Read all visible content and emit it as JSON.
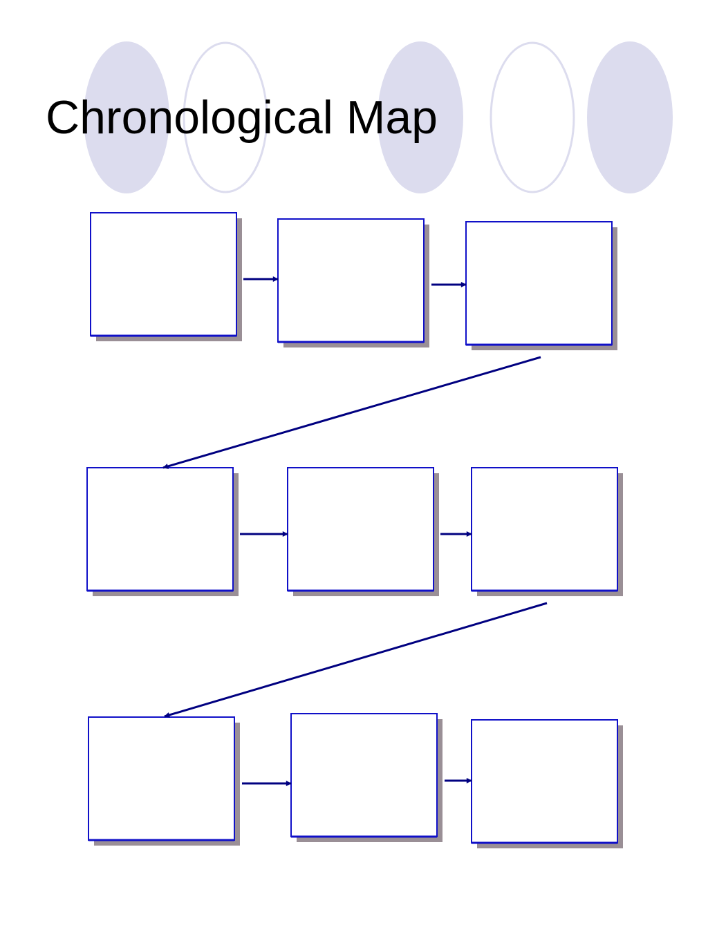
{
  "slide": {
    "title": "Chronological Map"
  },
  "colors": {
    "background": "#ffffff",
    "decoration_fill": "#dcdcee",
    "decoration_stroke": "#dcdcee",
    "box_fill": "#ffffff",
    "box_border": "#1010c8",
    "box_shadow": "#9a8f96",
    "arrow": "#000080",
    "title_text": "#000000"
  },
  "decorations": [
    {
      "style": "filled"
    },
    {
      "style": "outline"
    },
    {
      "style": "filled"
    },
    {
      "style": "outline"
    },
    {
      "style": "filled"
    }
  ],
  "diagram": {
    "rows": [
      {
        "boxes": [
          {
            "text": ""
          },
          {
            "text": ""
          },
          {
            "text": ""
          }
        ]
      },
      {
        "boxes": [
          {
            "text": ""
          },
          {
            "text": ""
          },
          {
            "text": ""
          }
        ]
      },
      {
        "boxes": [
          {
            "text": ""
          },
          {
            "text": ""
          },
          {
            "text": ""
          }
        ]
      }
    ],
    "flow": "left-to-right, then wrap to next row"
  }
}
